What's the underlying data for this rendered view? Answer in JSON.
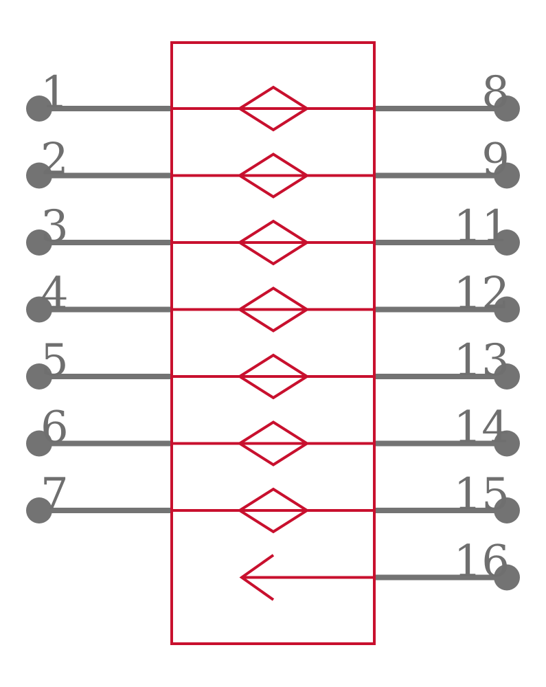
{
  "colors": {
    "body": "#c8102e",
    "pin": "#737373",
    "label": "#6f6f6f",
    "background": "#ffffff"
  },
  "left_pins": [
    "1",
    "2",
    "3",
    "4",
    "5",
    "6",
    "7"
  ],
  "right_pins": [
    "8",
    "9",
    "11",
    "12",
    "13",
    "14",
    "15",
    "16"
  ],
  "channels": 7,
  "symbols": {
    "channel": "diamond-bidirectional",
    "last_right_pin": "arrow-in-left"
  }
}
